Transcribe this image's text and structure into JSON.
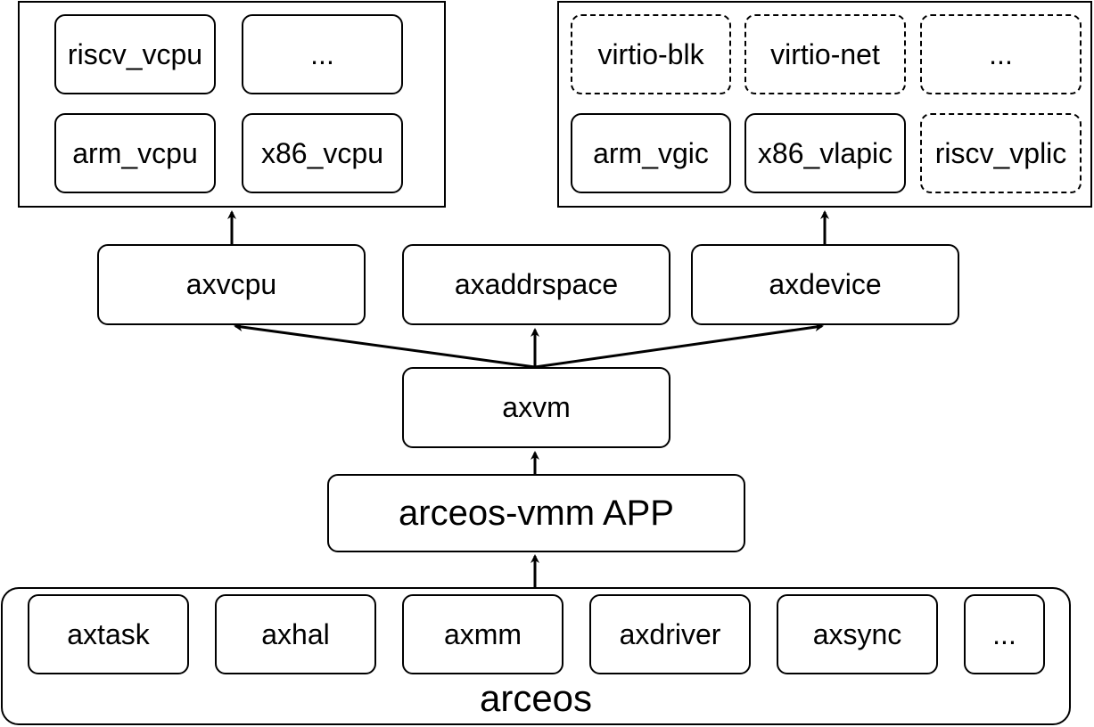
{
  "vcpu_group": {
    "items": [
      "riscv_vcpu",
      "...",
      "arm_vcpu",
      "x86_vcpu"
    ]
  },
  "device_group": {
    "items": [
      "virtio-blk",
      "virtio-net",
      "...",
      "arm_vgic",
      "x86_vlapic",
      "riscv_vplic"
    ]
  },
  "modules": {
    "axvcpu": "axvcpu",
    "axaddrspace": "axaddrspace",
    "axdevice": "axdevice",
    "axvm": "axvm",
    "app": "arceos-vmm APP"
  },
  "arceos": {
    "title": "arceos",
    "items": [
      "axtask",
      "axhal",
      "axmm",
      "axdriver",
      "axsync",
      "..."
    ]
  },
  "colors": {
    "stroke": "#000000",
    "fill": "#ffffff"
  }
}
